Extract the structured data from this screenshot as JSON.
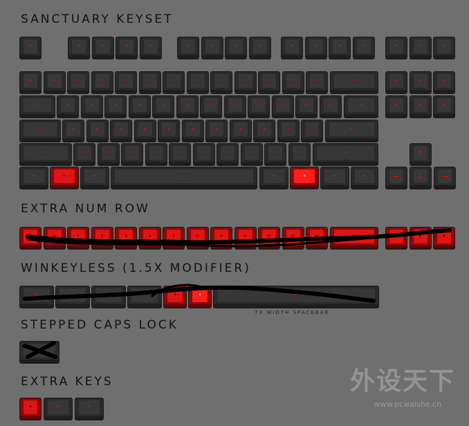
{
  "sections": {
    "main": "SANCtUARY KEYSEt",
    "num_row": "EXtRA NUM ROW",
    "winkeyless": "WINKEYLESS (1.5X MODIFIER)",
    "stepped": "StEPPED CAPS LOCK",
    "extra": "EXtRA KEYS"
  },
  "caption": "7X WIDtH SPACEBAR",
  "watermark": {
    "text": "外设天下",
    "url": "www.pcwaishe.cn"
  },
  "icons": {
    "up": "↑",
    "down": "↓",
    "left": "←",
    "right": "→"
  },
  "colors": {
    "background": "#6f6f6f",
    "key_dark": "#373737",
    "key_red": "#e01414",
    "legend_red": "#c8191a"
  }
}
